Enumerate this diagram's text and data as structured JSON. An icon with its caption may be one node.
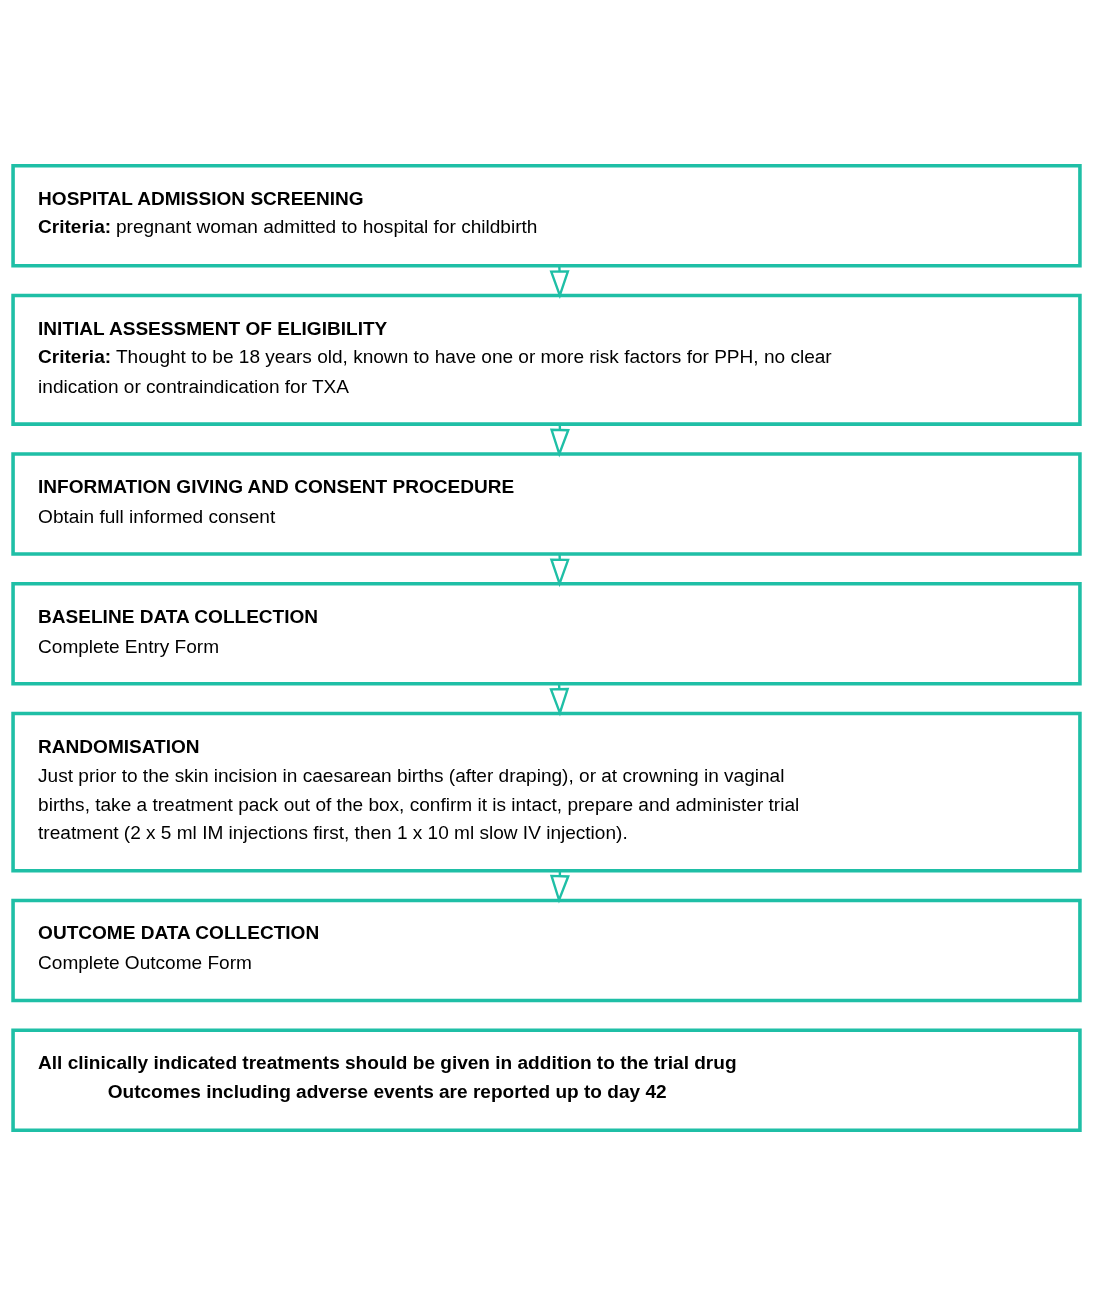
{
  "diagram": {
    "nodes": [
      {
        "text": [
          "HOSPITAL ADMISSION SCREENING",
          "**Criteria:** pregnant woman admitted to hospital for childbirth"
        ]
      },
      {
        "text": [
          "INITIAL ASSESSMENT OF ELIGIBILITY",
          "**Criteria:** Thought to be 18 years old, known to have one or more risk factors for PPH, no clear indication or contraindication for TXA"
        ]
      },
      {
        "text": [
          "INFORMATION GIVING AND CONSENT PROCEDURE",
          "Obtain full informed consent"
        ]
      },
      {
        "text": [
          "BASELINE DATA COLLECTION",
          "Complete Entry Form"
        ]
      },
      {
        "text": [
          "RANDOMISATION",
          "Just prior to the skin incision in caesarean births (after draping), or at crowning in vaginal births, take a treatment pack out of the box, confirm it is intact, prepare and administer trial treatment (2 x 5 ml IM injections first, then 1 x 10 ml slow IV injection)."
        ]
      },
      {
        "text": [
          "OUTCOME DATA COLLECTION",
          "Complete Outcome Form"
        ]
      },
      {
        "text": [
          "All clinically indicated treatments should be given in addition to the trial drug",
          "Outcomes including adverse events are reported up to day 42"
        ]
      }
    ],
    "edges": [
      {
        "from": 0,
        "to": 1,
        "arrow": "to"
      },
      {
        "from": 1,
        "to": 2,
        "arrow": "to"
      },
      {
        "from": 2,
        "to": 3,
        "arrow": "to"
      },
      {
        "from": 3,
        "to": 4,
        "arrow": "to"
      },
      {
        "from": 4,
        "to": 5,
        "arrow": "to"
      }
    ]
  }
}
